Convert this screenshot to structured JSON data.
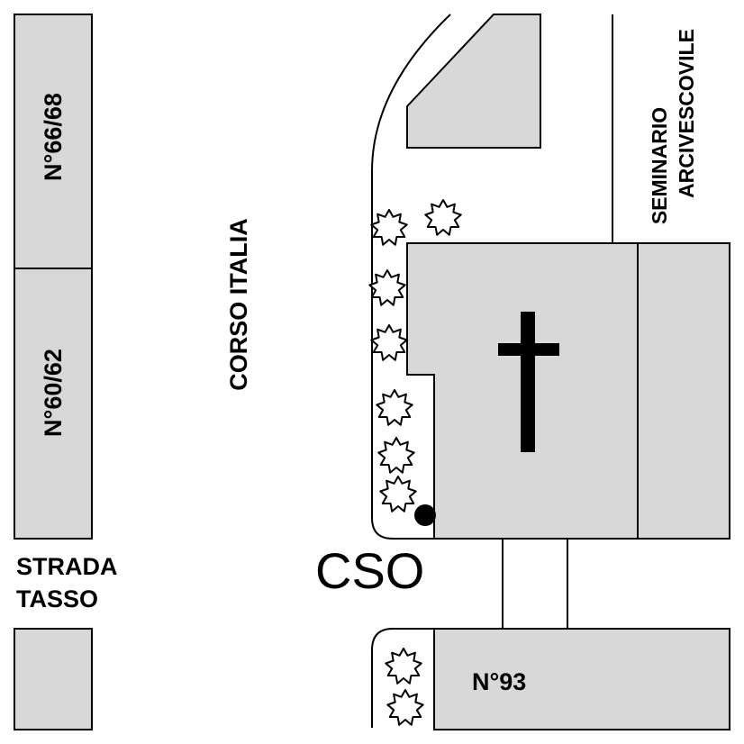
{
  "labels": {
    "building_66_68": "N°66/68",
    "building_60_62": "N°60/62",
    "street_corso_italia": "CORSO ITALIA",
    "seminario_line1": "SEMINARIO",
    "seminario_line2": "ARCIVESCOVILE",
    "strada_line1": "STRADA",
    "strada_line2": "TASSO",
    "cso": "CSO",
    "building_93": "N°93"
  },
  "icons": {
    "church": "latin-cross-icon",
    "marker": "location-dot-icon",
    "tree": "tree-icon"
  },
  "colors": {
    "building_fill": "#d8d8d8",
    "line": "#000000",
    "background": "#ffffff"
  }
}
